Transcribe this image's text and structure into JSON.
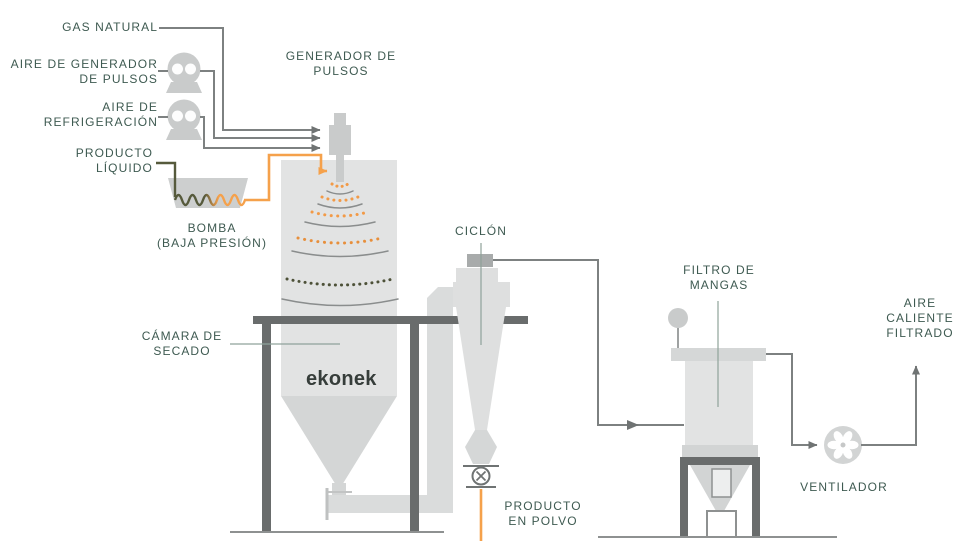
{
  "diagram": {
    "brand": "ekonek",
    "labels": {
      "gas_natural": "GAS NATURAL",
      "aire_generador": "AIRE DE GENERADOR\nDE PULSOS",
      "aire_refrigeracion": "AIRE DE\nREFRIGERACIÓN",
      "producto_liquido": "PRODUCTO\nLÍQUIDO",
      "bomba": "BOMBA\n(BAJA PRESIÓN)",
      "generador_pulsos": "GENERADOR DE\nPULSOS",
      "camara_secado": "CÁMARA DE\nSECADO",
      "ciclon": "CICLÓN",
      "producto_polvo": "PRODUCTO\nEN POLVO",
      "filtro_mangas": "FILTRO DE\nMANGAS",
      "aire_caliente": "AIRE\nCALIENTE\nFILTRADO",
      "ventilador": "VENTILADOR"
    },
    "icons": {
      "blower_pulse_air": "roots-blower-icon",
      "blower_cooling_air": "roots-blower-icon",
      "pump_wave": "peristaltic-wave-icon",
      "discharge_valve": "valve-cross-icon",
      "pressure_gauge": "gauge-icon",
      "fan": "fan-icon"
    },
    "colors": {
      "label_teal": "#3E5A51",
      "accent_orange": "#F5A14B",
      "dark_olive": "#565A3C",
      "equipment_light": "#E2E3E3",
      "equipment_mid": "#C9CBCB",
      "frame_dark": "#696C6C",
      "pipe_gray": "#7D8181",
      "brand_dark": "#363D3A"
    }
  }
}
